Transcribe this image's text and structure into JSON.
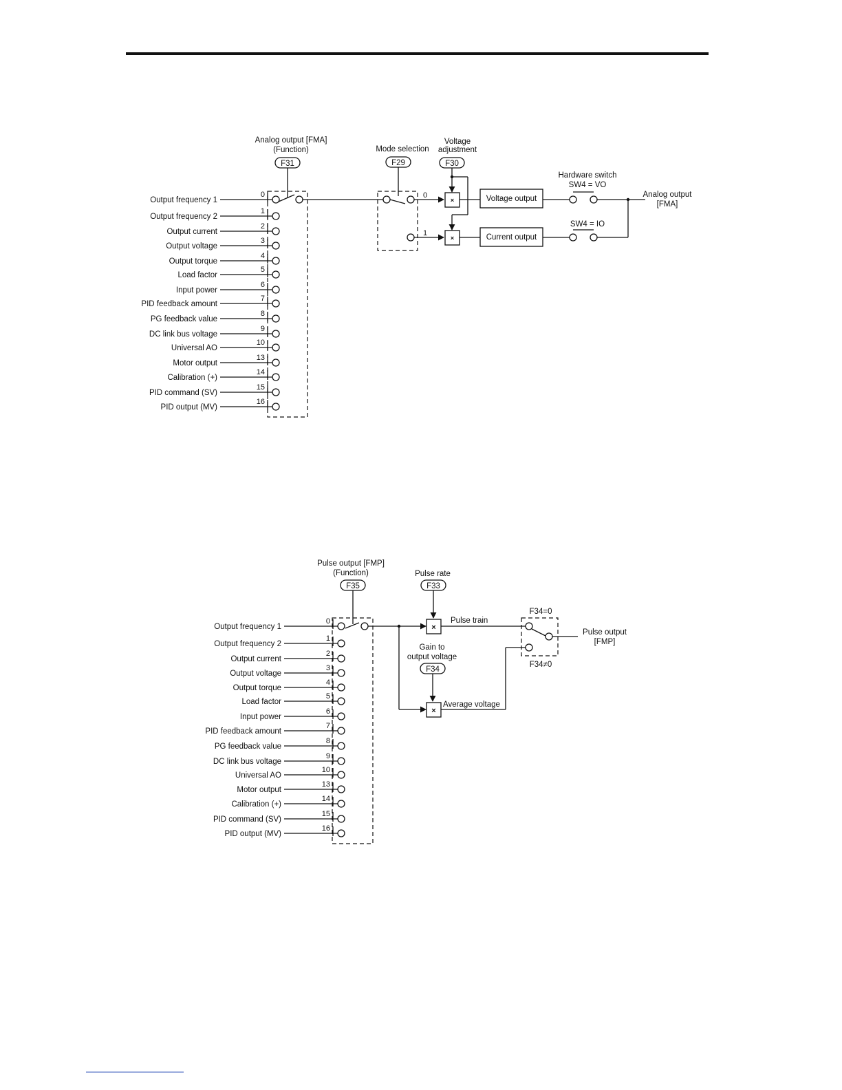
{
  "analog_diagram": {
    "function_caption": [
      "Analog output [FMA]",
      "(Function)"
    ],
    "function_code": "F31",
    "mode_caption": "Mode selection",
    "mode_code": "F29",
    "voltage_adj_caption": [
      "Voltage",
      "adjustment"
    ],
    "voltage_adj_code": "F30",
    "mode_options": [
      "0",
      "1"
    ],
    "voltage_output_label": "Voltage output",
    "current_output_label": "Current output",
    "hw_switch_caption": "Hardware switch",
    "sw_vo_label": "SW4 = VO",
    "sw_io_label": "SW4 = IO",
    "output_caption": [
      "Analog output",
      "[FMA]"
    ],
    "multiplier_symbol": "×",
    "inputs": [
      {
        "code": "0",
        "label": "Output frequency 1"
      },
      {
        "code": "1",
        "label": "Output frequency 2"
      },
      {
        "code": "2",
        "label": "Output current"
      },
      {
        "code": "3",
        "label": "Output voltage"
      },
      {
        "code": "4",
        "label": "Output torque"
      },
      {
        "code": "5",
        "label": "Load factor"
      },
      {
        "code": "6",
        "label": "Input power"
      },
      {
        "code": "7",
        "label": "PID feedback amount"
      },
      {
        "code": "8",
        "label": "PG feedback value"
      },
      {
        "code": "9",
        "label": "DC link bus voltage"
      },
      {
        "code": "10",
        "label": "Universal AO"
      },
      {
        "code": "13",
        "label": "Motor output"
      },
      {
        "code": "14",
        "label": "Calibration (+)"
      },
      {
        "code": "15",
        "label": "PID command (SV)"
      },
      {
        "code": "16",
        "label": "PID output (MV)"
      }
    ]
  },
  "pulse_diagram": {
    "function_caption": [
      "Pulse output [FMP]",
      "(Function)"
    ],
    "function_code": "F35",
    "pulse_rate_caption": "Pulse rate",
    "pulse_rate_code": "F33",
    "gain_caption": [
      "Gain to",
      "output voltage"
    ],
    "gain_code": "F34",
    "pulse_train_label": "Pulse train",
    "average_voltage_label": "Average voltage",
    "select_top_label": "F34=0",
    "select_bottom_label": "F34≠0",
    "output_caption": [
      "Pulse output",
      "[FMP]"
    ],
    "multiplier_symbol": "×",
    "inputs": [
      {
        "code": "0",
        "label": "Output frequency 1"
      },
      {
        "code": "1",
        "label": "Output frequency 2"
      },
      {
        "code": "2",
        "label": "Output current"
      },
      {
        "code": "3",
        "label": "Output voltage"
      },
      {
        "code": "4",
        "label": "Output torque"
      },
      {
        "code": "5",
        "label": "Load factor"
      },
      {
        "code": "6",
        "label": "Input power"
      },
      {
        "code": "7",
        "label": "PID feedback amount"
      },
      {
        "code": "8",
        "label": "PG feedback value"
      },
      {
        "code": "9",
        "label": "DC link bus voltage"
      },
      {
        "code": "10",
        "label": "Universal AO"
      },
      {
        "code": "13",
        "label": "Motor output"
      },
      {
        "code": "14",
        "label": "Calibration (+)"
      },
      {
        "code": "15",
        "label": "PID command (SV)"
      },
      {
        "code": "16",
        "label": "PID output (MV)"
      }
    ]
  }
}
